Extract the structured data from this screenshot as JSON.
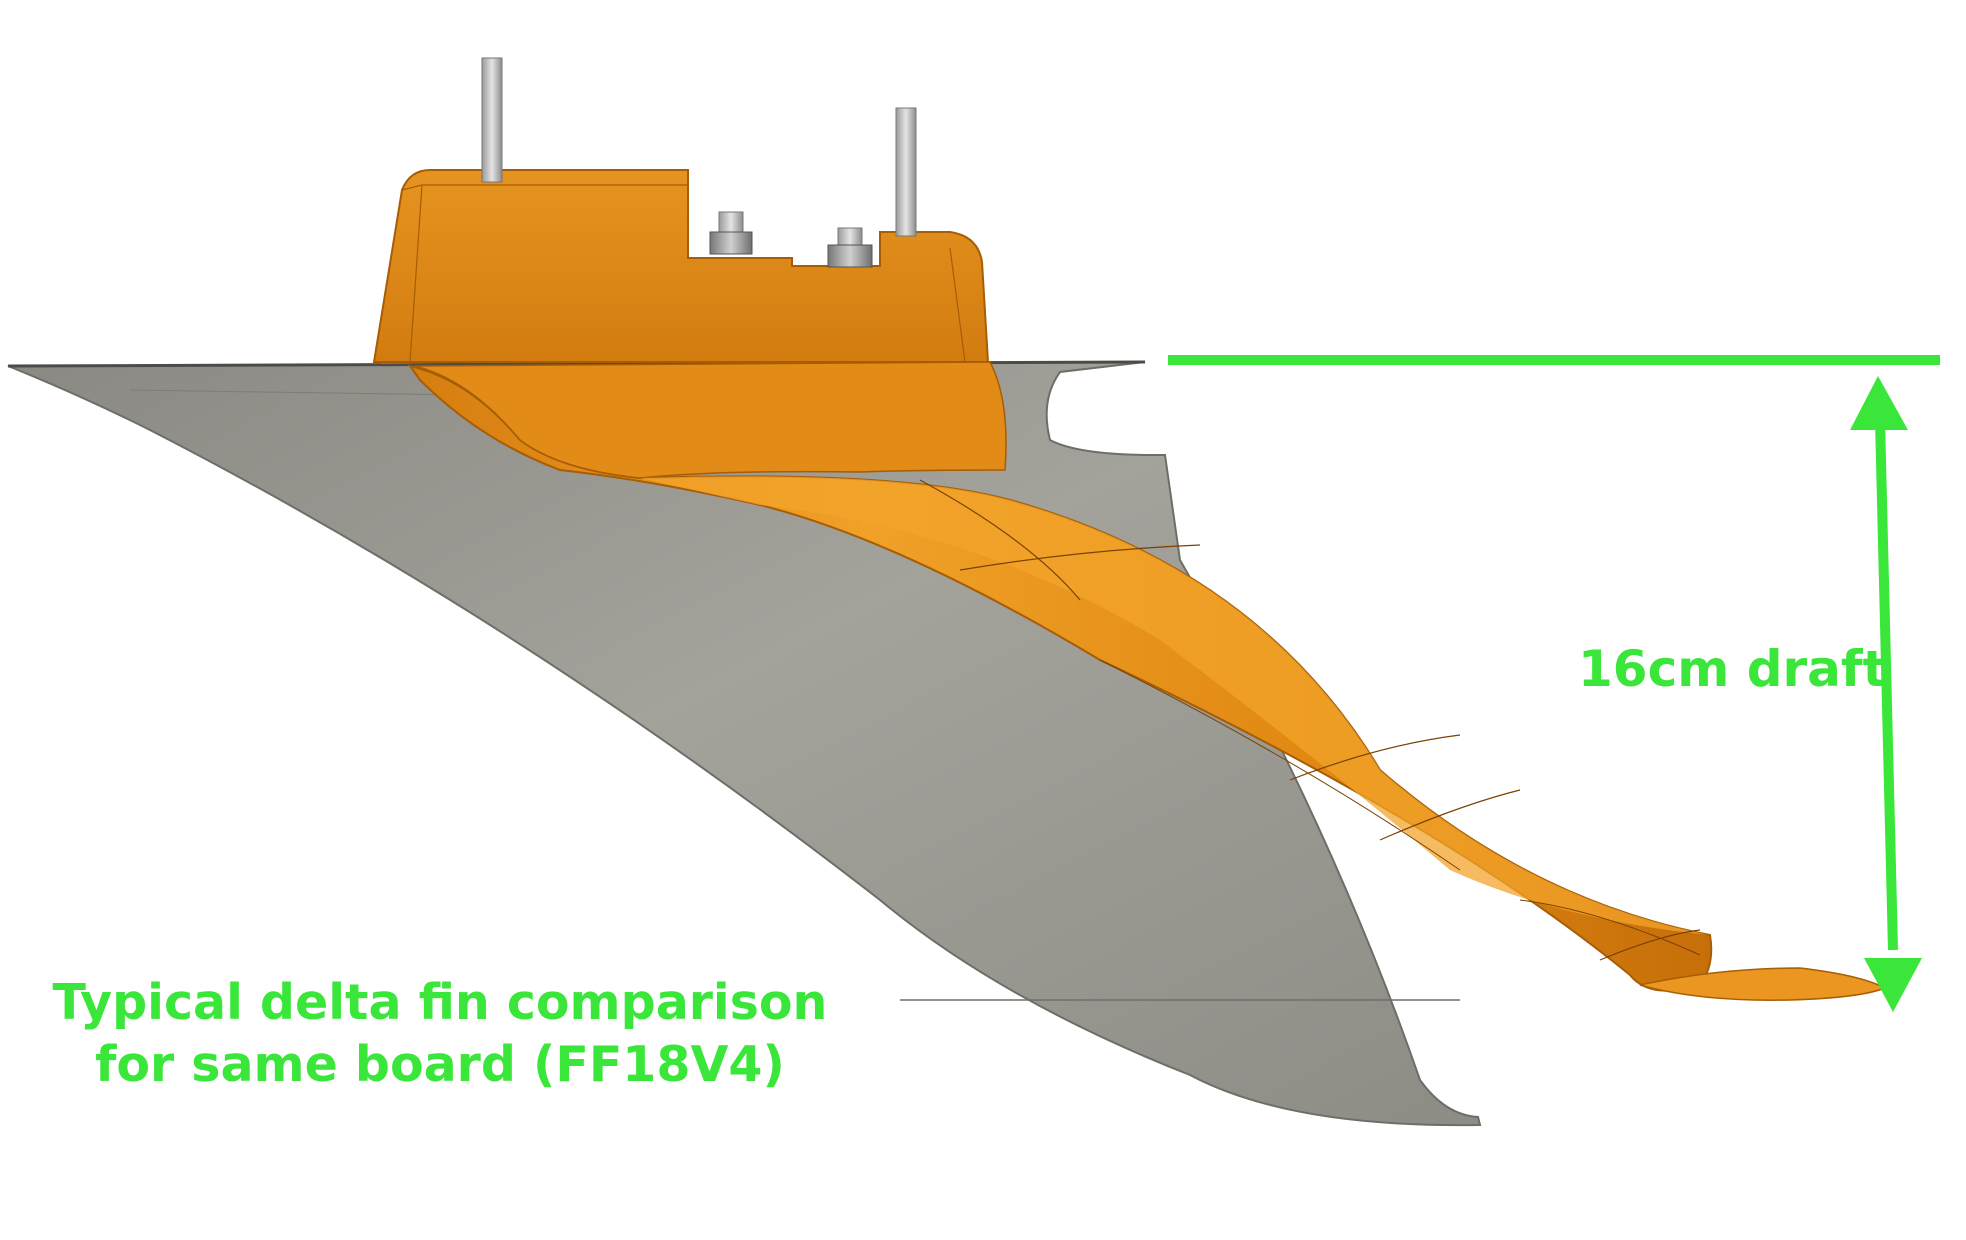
{
  "annotations": {
    "draft_label": "16cm draft",
    "caption_line1": "Typical delta fin comparison",
    "caption_line2": "for same board (FF18V4)"
  },
  "colors": {
    "annotation_green": "#39e639",
    "fin_orange": "#e8901a",
    "delta_fin_gray": "#96958d"
  }
}
